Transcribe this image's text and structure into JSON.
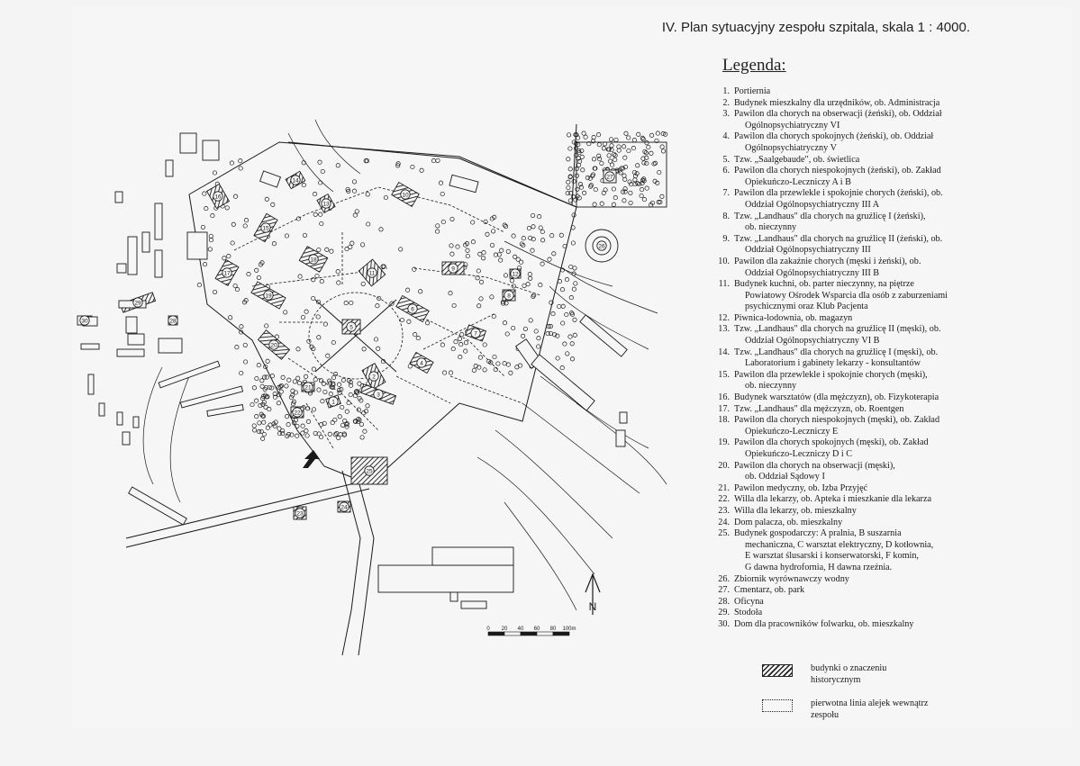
{
  "header": {
    "title": "IV. Plan sytuacyjny zespołu szpitala, skala 1 : 4000."
  },
  "legend": {
    "heading": "Legenda:",
    "items": [
      {
        "num": "1.",
        "lines": [
          "Portiernia"
        ]
      },
      {
        "num": "2.",
        "lines": [
          "Budynek mieszkalny dla urzędników, ob. Administracja"
        ]
      },
      {
        "num": "3.",
        "lines": [
          "Pawilon dla chorych na obserwacji (żeński), ob. Oddział",
          "Ogólnopsychiatryczny VI"
        ]
      },
      {
        "num": "4.",
        "lines": [
          "Pawilon dla chorych spokojnych (żeński), ob. Oddział",
          "Ogólnopsychiatryczny V"
        ]
      },
      {
        "num": "5.",
        "lines": [
          "Tzw. „Saalgebaude\", ob. świetlica"
        ]
      },
      {
        "num": "6.",
        "lines": [
          "Pawilon dla chorych niespokojnych (żeński), ob. Zakład",
          "Opiekuńczo-Leczniczy A i B"
        ]
      },
      {
        "num": "7.",
        "lines": [
          "Pawilon dla przewlekle i spokojnie chorych (żeński), ob.",
          "Oddział Ogólnopsychiatryczny III A"
        ]
      },
      {
        "num": "8.",
        "lines": [
          "Tzw. „Landhaus\" dla chorych na gruźlicę I (żeński),",
          "ob. nieczynny"
        ]
      },
      {
        "num": "9.",
        "lines": [
          "Tzw. „Landhaus\" dla chorych na gruźlicę II (żeński), ob.",
          "Oddział Ogólnopsychiatryczny III"
        ]
      },
      {
        "num": "10.",
        "lines": [
          "Pawilon dla zakaźnie chorych (męski i żeński), ob.",
          "Oddział Ogólnopsychiatryczny III B"
        ]
      },
      {
        "num": "11.",
        "lines": [
          "Budynek kuchni, ob. parter nieczynny, na piętrze",
          "Powiatowy Ośrodek Wsparcia dla osób z zaburzeniami",
          "psychicznymi oraz Klub Pacjenta"
        ]
      },
      {
        "num": "12.",
        "lines": [
          "Piwnica-lodownia, ob. magazyn"
        ]
      },
      {
        "num": "13.",
        "lines": [
          "Tzw. „Landhaus\" dla chorych na gruźlicę II (męski), ob.",
          "Oddział Ogólnopsychiatryczny VI B"
        ]
      },
      {
        "num": "14.",
        "lines": [
          "Tzw. „Landhaus\" dla chorych na gruźlicę I (męski), ob.",
          "Laboratorium i gabinety lekarzy - konsultantów"
        ]
      },
      {
        "num": "15.",
        "lines": [
          "Pawilon dla przewlekle i spokojnie chorych (męski),",
          "ob. nieczynny"
        ]
      },
      {
        "num": "16.",
        "lines": [
          "Budynek warsztatów (dla mężczyzn), ob. Fizykoterapia"
        ]
      },
      {
        "num": "17.",
        "lines": [
          "Tzw. „Landhaus\" dla mężczyzn, ob. Roentgen"
        ]
      },
      {
        "num": "18.",
        "lines": [
          "Pawilon dla chorych niespokojnych (męski), ob. Zakład",
          "Opiekuńczo-Leczniczy E"
        ]
      },
      {
        "num": "19.",
        "lines": [
          "Pawilon dla chorych spokojnych (męski), ob. Zakład",
          "Opiekuńczo-Leczniczy D i C"
        ]
      },
      {
        "num": "20.",
        "lines": [
          "Pawilon dla chorych na obserwacji (męski),",
          "ob. Oddział Sądowy I"
        ]
      },
      {
        "num": "21.",
        "lines": [
          "Pawilon medyczny, ob. Izba Przyjęć"
        ]
      },
      {
        "num": "22.",
        "lines": [
          "Willa dla lekarzy, ob. Apteka i mieszkanie dla lekarza"
        ]
      },
      {
        "num": "23.",
        "lines": [
          "Willa dla lekarzy, ob. mieszkalny"
        ]
      },
      {
        "num": "24.",
        "lines": [
          "Dom palacza, ob. mieszkalny"
        ]
      },
      {
        "num": "25.",
        "lines": [
          "Budynek gospodarczy: A pralnia, B suszarnia",
          "mechaniczna, C warsztat elektryczny, D kotłownia,",
          "E warsztat ślusarski i konserwatorski, F komin,",
          "G dawna hydrofornia, H dawna rzeźnia."
        ]
      },
      {
        "num": "26.",
        "lines": [
          "Zbiornik wyrównawczy wodny"
        ]
      },
      {
        "num": "27.",
        "lines": [
          "Cmentarz, ob. park"
        ]
      },
      {
        "num": "28.",
        "lines": [
          "Oficyna"
        ]
      },
      {
        "num": "29.",
        "lines": [
          "Stodoła"
        ]
      },
      {
        "num": "30.",
        "lines": [
          "Dom dla pracowników folwarku, ob. mieszkalny"
        ]
      }
    ]
  },
  "key": {
    "historic": "budynki o znaczeniu historycznym",
    "alley": "pierwotna linia alejek wewnątrz zespołu"
  },
  "map": {
    "north_letter": "N",
    "scale_ticks": [
      "0",
      "20",
      "40",
      "60",
      "80",
      "100m"
    ],
    "building_numbers": [
      "1",
      "2",
      "3",
      "4",
      "5",
      "6",
      "7",
      "8",
      "9",
      "10",
      "11",
      "12",
      "13",
      "14",
      "15",
      "16",
      "17",
      "18",
      "19",
      "20",
      "21",
      "22",
      "23",
      "24",
      "25",
      "26",
      "27",
      "28",
      "29",
      "30"
    ]
  },
  "colors": {
    "ink": "#1a1a1a",
    "paper": "#f6f6f6"
  }
}
